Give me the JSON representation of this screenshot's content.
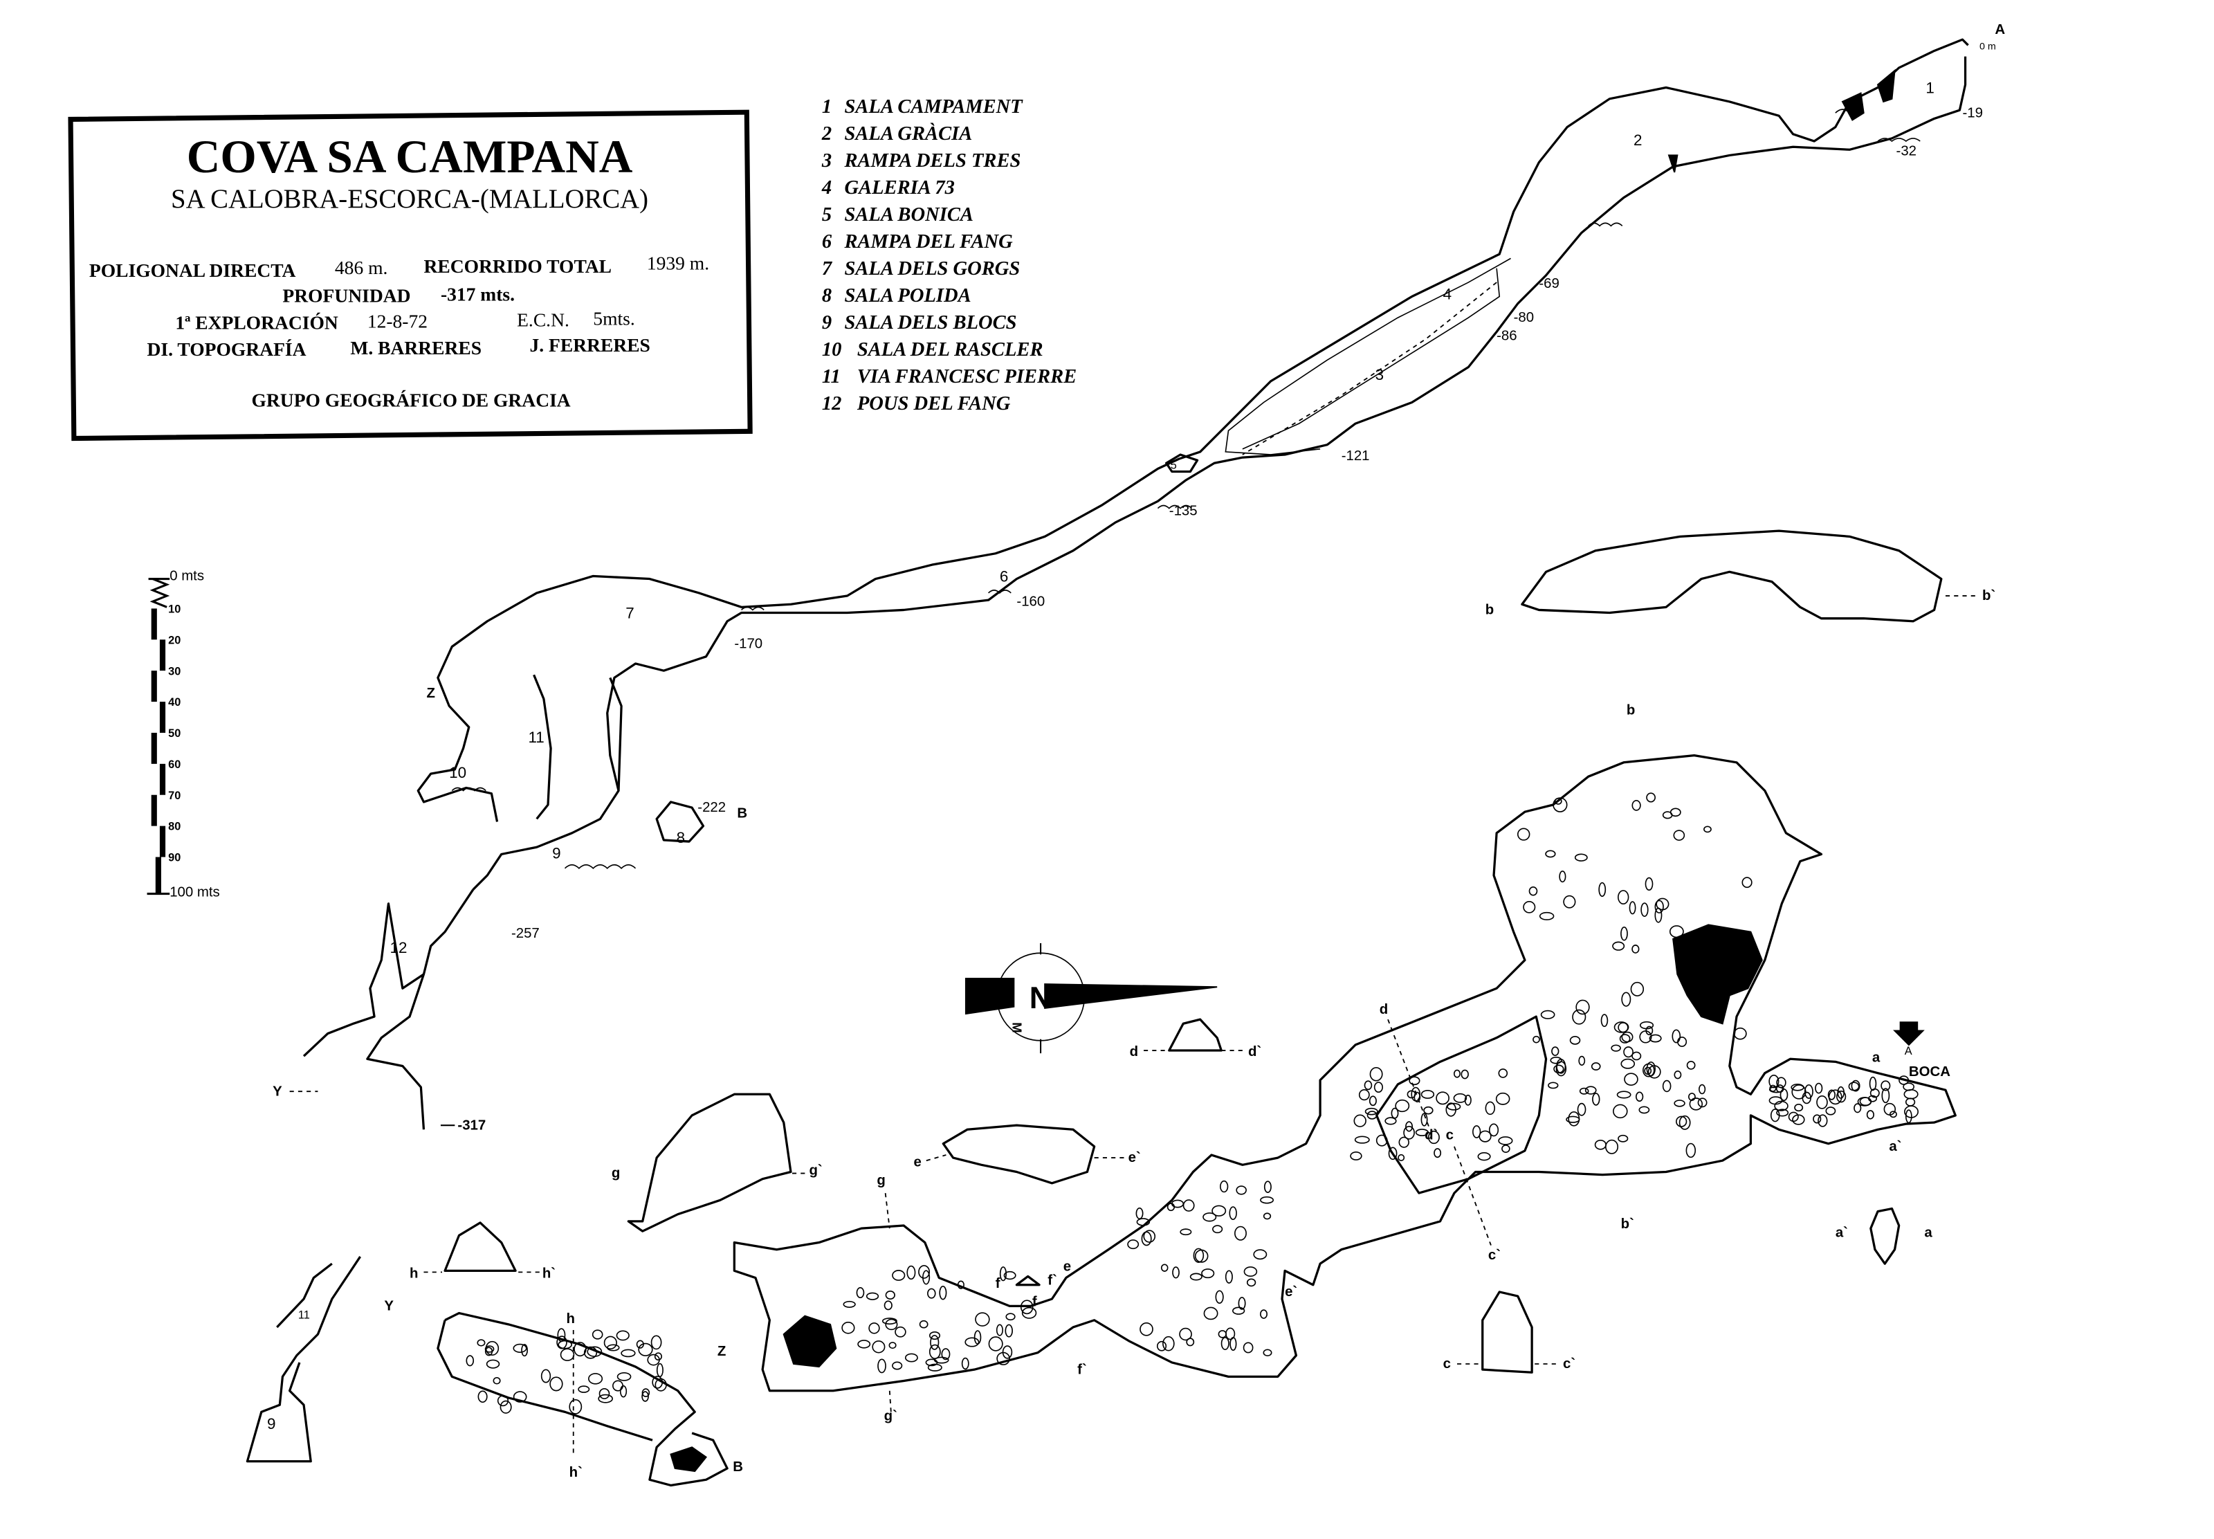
{
  "title_box": {
    "title": "COVA SA CAMPANA",
    "location": "SA CALOBRA-ESCORCA-(MALLORCA)",
    "poligonal_label": "POLIGONAL DIRECTA",
    "poligonal_value": "486 m.",
    "recorrido_label": "RECORRIDO TOTAL",
    "recorrido_value": "1939 m.",
    "profundidad_label": "PROFUNIDAD",
    "profundidad_value": "-317 mts.",
    "exploracion_label": "1ª EXPLORACIÓN",
    "exploracion_value": "12-8-72",
    "ecn_label": "E.C.N.",
    "ecn_value": "5mts.",
    "topografia_label": "DI. TOPOGRAFÍA",
    "topografia_author1": "M. BARRERES",
    "topografia_author2": "J. FERRERES",
    "group": "GRUPO GEOGRÁFICO DE GRACIA"
  },
  "legend": [
    {
      "num": "1",
      "name": "SALA CAMPAMENT"
    },
    {
      "num": "2",
      "name": "SALA GRÀCIA"
    },
    {
      "num": "3",
      "name": "RAMPA DELS TRES"
    },
    {
      "num": "4",
      "name": "GALERIA 73"
    },
    {
      "num": "5",
      "name": "SALA BONICA"
    },
    {
      "num": "6",
      "name": "RAMPA DEL FANG"
    },
    {
      "num": "7",
      "name": "SALA DELS GORGS"
    },
    {
      "num": "8",
      "name": "SALA POLIDA"
    },
    {
      "num": "9",
      "name": "SALA DELS BLOCS"
    },
    {
      "num": "10",
      "name": "SALA DEL RASCLER"
    },
    {
      "num": "11",
      "name": "VIA FRANCESC PIERRE"
    },
    {
      "num": "12",
      "name": "POUS DEL FANG"
    }
  ],
  "scale_bar": {
    "unit_top": "0  mts",
    "ticks": [
      "10",
      "20",
      "30",
      "40",
      "50",
      "60",
      "70",
      "80",
      "90"
    ],
    "unit_bottom": "100 mts"
  },
  "north_arrow": {
    "label": "N",
    "secondary": "M"
  },
  "profile_labels": {
    "entrance": "A",
    "surface": "0 m",
    "d19": "-19",
    "d32": "-32",
    "d69": "-69",
    "d80": "-80",
    "d86": "-86",
    "d121": "-121",
    "d135": "-135",
    "d160": "-160",
    "d170": "-170",
    "d222": "-222",
    "b_end": "B",
    "d257": "-257",
    "d317": "-317",
    "z": "Z",
    "y": "Y",
    "r1": "1",
    "r2": "2",
    "r3": "3",
    "r4": "4",
    "r5": "5",
    "r6": "6",
    "r7": "7",
    "r8": "8",
    "r9": "9",
    "r10": "10",
    "r11": "11",
    "r12": "12"
  },
  "plan_labels": {
    "boca": "BOCA",
    "a_mark": "A",
    "b_end": "B",
    "z": "Z",
    "y": "Y",
    "a": "a",
    "a_p": "a`",
    "b": "b",
    "b_p": "b`",
    "c": "c",
    "c_p": "c`",
    "d": "d",
    "d_p": "d`",
    "e": "e",
    "e_p": "e`",
    "f": "f",
    "f_p": "f`",
    "g": "g",
    "g_p": "g`",
    "h": "h",
    "h_p": "h`",
    "r9": "9",
    "r11": "11"
  }
}
